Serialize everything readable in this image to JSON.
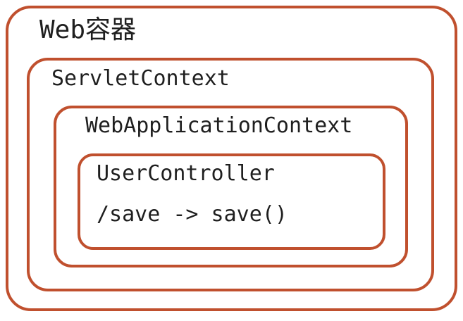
{
  "diagram": {
    "title": "Web容器",
    "accent_color": "#c0502e",
    "text_color": "#1f1f1f",
    "background_color": "#ffffff",
    "boxes": [
      {
        "id": "web-container",
        "label": "Web容器"
      },
      {
        "id": "servlet-context",
        "label": "ServletContext"
      },
      {
        "id": "web-application-context",
        "label": "WebApplicationContext"
      },
      {
        "id": "user-controller",
        "label": "UserController",
        "mapping": "/save -> save()"
      }
    ],
    "labels": {
      "web_container": "Web容器",
      "servlet_context": "ServletContext",
      "web_application_context": "WebApplicationContext",
      "user_controller": "UserController",
      "mapping": "/save -> save()"
    }
  }
}
